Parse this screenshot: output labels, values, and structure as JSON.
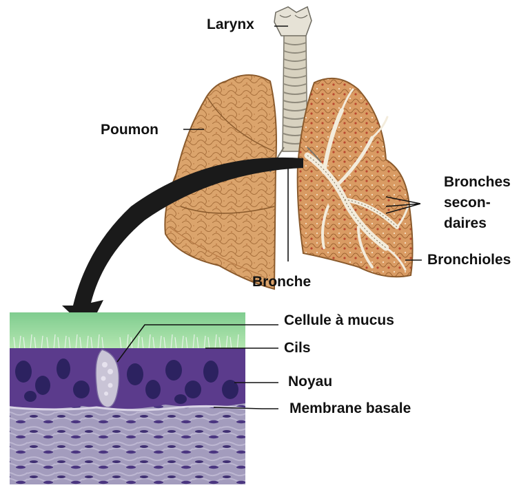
{
  "labels": {
    "larynx": "Larynx",
    "poumon": "Poumon",
    "bronches_secondaires": "Bronches\nsecon-\ndaires",
    "bronchioles": "Bronchioles",
    "bronche": "Bronche",
    "cellule_mucus": "Cellule à mucus",
    "cils": "Cils",
    "noyau": "Noyau",
    "membrane_basale": "Membrane basale"
  },
  "colors": {
    "lung_fill": "#dba46c",
    "lung_shadow": "#b77a45",
    "lung_outline": "#8a5a2c",
    "trachea": "#d8d2c0",
    "arrow": "#1a1a1a",
    "lumen": "#8fd39a",
    "epithelium": "#5b3b8c",
    "nucleus": "#2c2260",
    "tissue": "#9d96b8",
    "leader_line": "#111111"
  }
}
